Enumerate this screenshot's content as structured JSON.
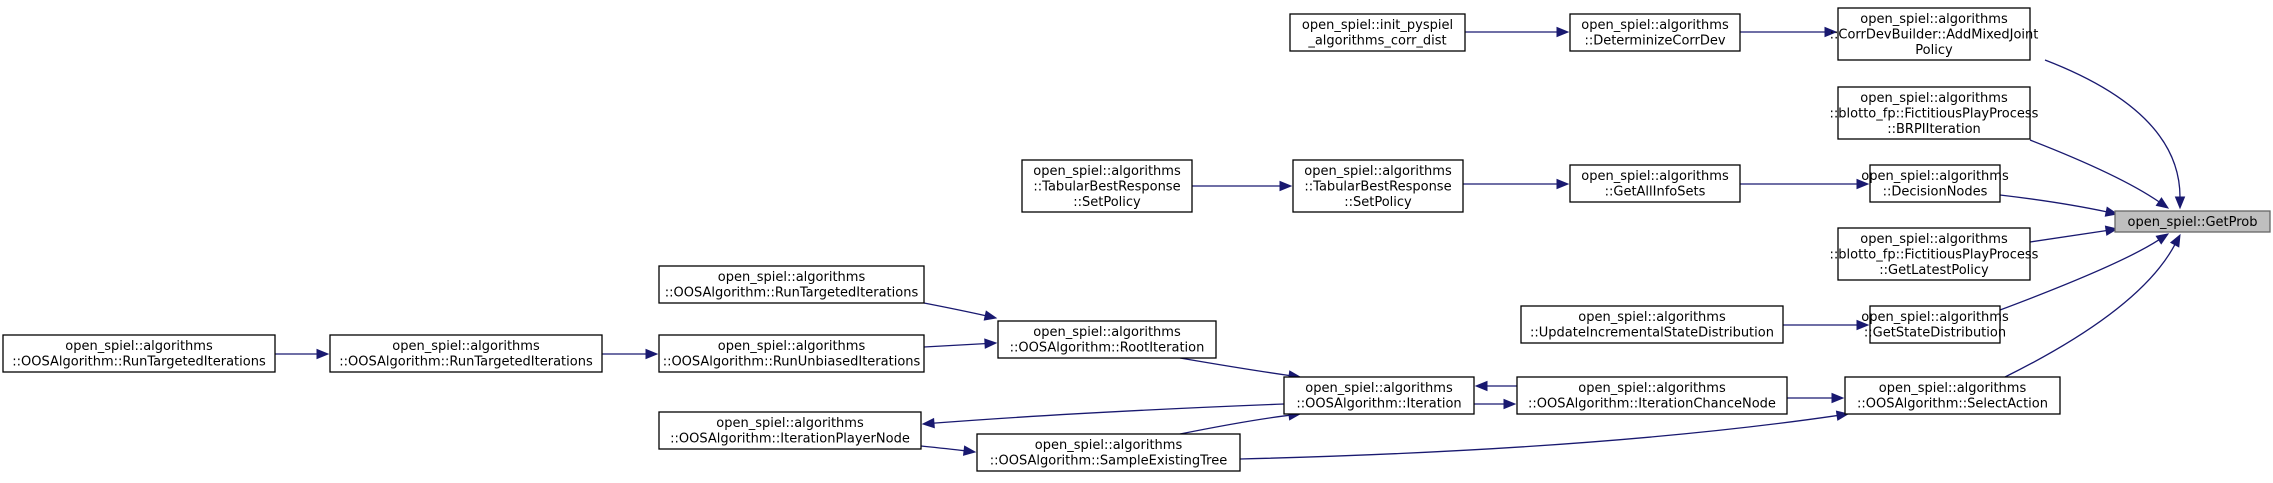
{
  "graph": {
    "title": "",
    "colors": {
      "edge": "#191970",
      "node_border": "#000000",
      "node_fill": "#ffffff",
      "root_fill": "#bfbfbf",
      "root_border": "#666666"
    },
    "nodes": [
      {
        "id": "getprob",
        "lines": [
          "open_spiel::GetProb"
        ],
        "root": true
      },
      {
        "id": "addmixed",
        "lines": [
          "open_spiel::algorithms",
          "::CorrDevBuilder::AddMixedJoint",
          "Policy"
        ]
      },
      {
        "id": "brpi",
        "lines": [
          "open_spiel::algorithms",
          "::blotto_fp::FictitiousPlayProcess",
          "::BRPIIteration"
        ]
      },
      {
        "id": "decisionnodes",
        "lines": [
          "open_spiel::algorithms",
          "::DecisionNodes"
        ]
      },
      {
        "id": "getlatest",
        "lines": [
          "open_spiel::algorithms",
          "::blotto_fp::FictitiousPlayProcess",
          "::GetLatestPolicy"
        ]
      },
      {
        "id": "getstatedist",
        "lines": [
          "open_spiel::algorithms",
          "::GetStateDistribution"
        ]
      },
      {
        "id": "selectaction",
        "lines": [
          "open_spiel::algorithms",
          "::OOSAlgorithm::SelectAction"
        ]
      },
      {
        "id": "determinize",
        "lines": [
          "open_spiel::algorithms",
          "::DeterminizeCorrDev"
        ]
      },
      {
        "id": "initpyspiel",
        "lines": [
          "open_spiel::init_pyspiel",
          "_algorithms_corr_dist"
        ]
      },
      {
        "id": "getallinfosets",
        "lines": [
          "open_spiel::algorithms",
          "::GetAllInfoSets"
        ]
      },
      {
        "id": "tbr1",
        "lines": [
          "open_spiel::algorithms",
          "::TabularBestResponse",
          "::SetPolicy"
        ]
      },
      {
        "id": "tbr2",
        "lines": [
          "open_spiel::algorithms",
          "::TabularBestResponse",
          "::SetPolicy"
        ]
      },
      {
        "id": "updateincr",
        "lines": [
          "open_spiel::algorithms",
          "::UpdateIncrementalStateDistribution"
        ]
      },
      {
        "id": "iterchance",
        "lines": [
          "open_spiel::algorithms",
          "::OOSAlgorithm::IterationChanceNode"
        ]
      },
      {
        "id": "iteration",
        "lines": [
          "open_spiel::algorithms",
          "::OOSAlgorithm::Iteration"
        ]
      },
      {
        "id": "sampleexisting",
        "lines": [
          "open_spiel::algorithms",
          "::OOSAlgorithm::SampleExistingTree"
        ]
      },
      {
        "id": "iterplayer",
        "lines": [
          "open_spiel::algorithms",
          "::OOSAlgorithm::IterationPlayerNode"
        ]
      },
      {
        "id": "rootiteration",
        "lines": [
          "open_spiel::algorithms",
          "::OOSAlgorithm::RootIteration"
        ]
      },
      {
        "id": "runtargeted1",
        "lines": [
          "open_spiel::algorithms",
          "::OOSAlgorithm::RunTargetedIterations"
        ]
      },
      {
        "id": "rununbiased",
        "lines": [
          "open_spiel::algorithms",
          "::OOSAlgorithm::RunUnbiasedIterations"
        ]
      },
      {
        "id": "runtargeted2",
        "lines": [
          "open_spiel::algorithms",
          "::OOSAlgorithm::RunTargetedIterations"
        ]
      },
      {
        "id": "runtargeted3",
        "lines": [
          "open_spiel::algorithms",
          "::OOSAlgorithm::RunTargetedIterations"
        ]
      }
    ],
    "edges": [
      {
        "from": "addmixed",
        "to": "getprob"
      },
      {
        "from": "brpi",
        "to": "getprob"
      },
      {
        "from": "decisionnodes",
        "to": "getprob"
      },
      {
        "from": "getlatest",
        "to": "getprob"
      },
      {
        "from": "getstatedist",
        "to": "getprob"
      },
      {
        "from": "selectaction",
        "to": "getprob"
      },
      {
        "from": "determinize",
        "to": "addmixed"
      },
      {
        "from": "initpyspiel",
        "to": "determinize"
      },
      {
        "from": "getallinfosets",
        "to": "decisionnodes"
      },
      {
        "from": "tbr1",
        "to": "getallinfosets"
      },
      {
        "from": "tbr2",
        "to": "tbr1"
      },
      {
        "from": "updateincr",
        "to": "getstatedist"
      },
      {
        "from": "iterchance",
        "to": "selectaction"
      },
      {
        "from": "sampleexisting",
        "to": "selectaction"
      },
      {
        "from": "iteration",
        "to": "iterchance"
      },
      {
        "from": "iterchance",
        "to": "iteration"
      },
      {
        "from": "rootiteration",
        "to": "iteration"
      },
      {
        "from": "sampleexisting",
        "to": "iteration"
      },
      {
        "from": "iteration",
        "to": "iterplayer"
      },
      {
        "from": "iterplayer",
        "to": "sampleexisting"
      },
      {
        "from": "runtargeted1",
        "to": "rootiteration"
      },
      {
        "from": "rununbiased",
        "to": "rootiteration"
      },
      {
        "from": "runtargeted2",
        "to": "rununbiased"
      },
      {
        "from": "runtargeted3",
        "to": "runtargeted2"
      }
    ]
  }
}
